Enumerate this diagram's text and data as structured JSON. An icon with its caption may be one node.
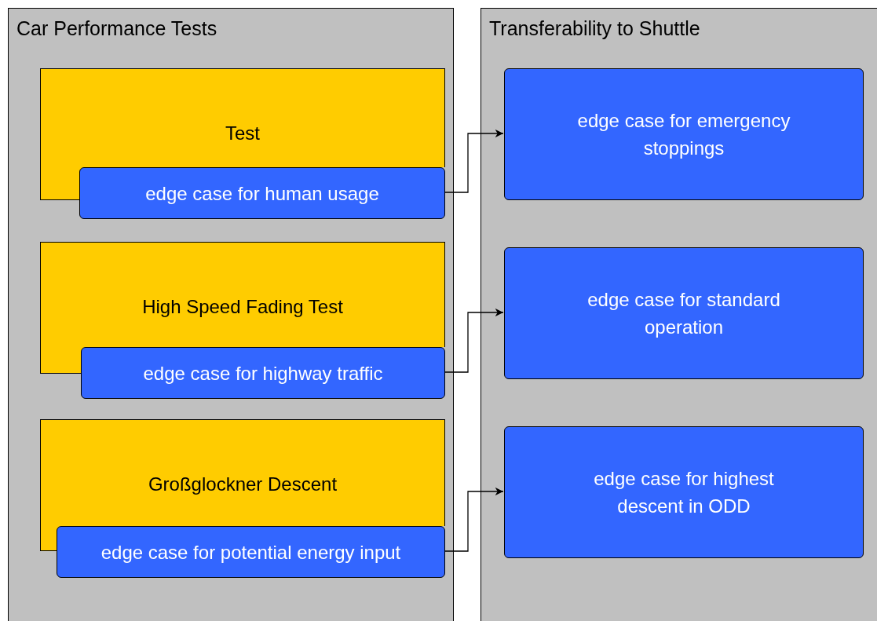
{
  "diagram": {
    "nodes": [
      {
        "text": [
          "Car Performance Tests"
        ]
      },
      {
        "text": [
          "Test"
        ],
        "in": 0
      },
      {
        "text": [
          "edge case for human usage"
        ],
        "in": 0
      },
      {
        "text": [
          "High Speed Fading Test"
        ],
        "in": 0
      },
      {
        "text": [
          "edge case for highway traffic"
        ],
        "in": 0
      },
      {
        "text": [
          "Großglockner Descent"
        ],
        "in": 0
      },
      {
        "text": [
          "edge case for potential energy input"
        ],
        "in": 0
      },
      {
        "text": [
          "Transferability to Shuttle"
        ]
      },
      {
        "text": [
          "edge case for emergency stoppings"
        ],
        "in": 7
      },
      {
        "text": [
          "edge case for standard operation"
        ],
        "in": 7
      },
      {
        "text": [
          "edge case for highest descent in ODD"
        ],
        "in": 7
      }
    ],
    "edges": [
      {
        "from": 2,
        "to": 8,
        "arrow": "to"
      },
      {
        "from": 4,
        "to": 9,
        "arrow": "to"
      },
      {
        "from": 6,
        "to": 10,
        "arrow": "to"
      }
    ]
  }
}
